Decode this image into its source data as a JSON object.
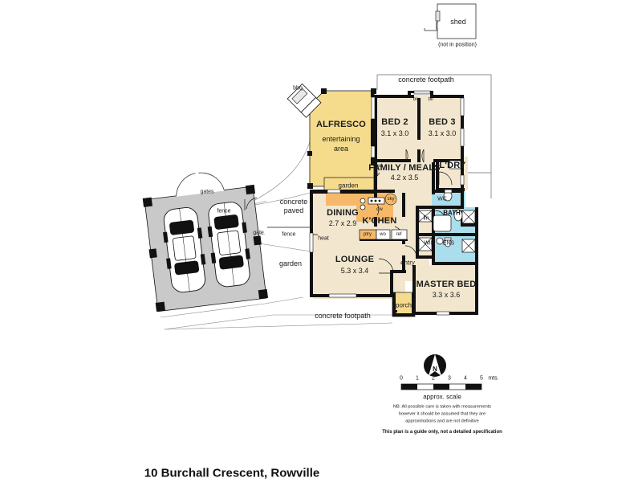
{
  "document": {
    "title": "10 Burchall Crescent, Rowville",
    "type": "real-estate-floor-plan"
  },
  "shed": {
    "label": "shed",
    "note": "(not in position)"
  },
  "rooms": [
    {
      "key": "alfresco",
      "name": "ALFRESCO",
      "sub1": "entertaining",
      "sub2": "area",
      "dim": ""
    },
    {
      "key": "bed2",
      "name": "BED 2",
      "dim": "3.1 x 3.0"
    },
    {
      "key": "bed3",
      "name": "BED 3",
      "dim": "3.1 x 3.0"
    },
    {
      "key": "family",
      "name": "FAMILY / MEALS",
      "dim": "4.2 x 3.5"
    },
    {
      "key": "laundry",
      "name": "L'DRY",
      "dim": ""
    },
    {
      "key": "dining",
      "name": "DINING",
      "dim": "2.7 x 2.9"
    },
    {
      "key": "kitchen",
      "name": "K'CHEN",
      "dim": ""
    },
    {
      "key": "lounge",
      "name": "LOUNGE",
      "dim": "5.3 x 3.4"
    },
    {
      "key": "bath",
      "name": "BATH",
      "dim": ""
    },
    {
      "key": "wc",
      "name": "WC",
      "dim": ""
    },
    {
      "key": "wir",
      "name": "WIR",
      "dim": ""
    },
    {
      "key": "ens",
      "name": "ENS",
      "dim": ""
    },
    {
      "key": "master",
      "name": "MASTER BED",
      "dim": "3.3 x 3.6"
    },
    {
      "key": "porch",
      "name": "porch",
      "dim": ""
    }
  ],
  "fixtures": {
    "bir_left": "bir",
    "bir_right": "bir",
    "sd": "sd",
    "sky": "sky",
    "dw": "dw",
    "ptry": "ptry",
    "wo": "wo",
    "ref": "ref",
    "lin": "lin",
    "heat": "heat",
    "bbq": "bbq",
    "entry": "entry"
  },
  "exterior": {
    "footpath_top": "concrete footpath",
    "footpath_bottom": "concrete footpath",
    "garden_top": "garden",
    "garden_left": "garden",
    "concrete_paved_1": "concrete",
    "concrete_paved_2": "paved",
    "gates": "gates",
    "gate": "gate",
    "fence_top": "fence",
    "fence_mid": "fence"
  },
  "compass": {
    "letter": "N"
  },
  "scale": {
    "ticks": [
      "0",
      "1",
      "2",
      "3",
      "4",
      "5"
    ],
    "unit": "mts.",
    "caption": "approx. scale"
  },
  "disclaimer": {
    "line1": "NB:  All possible care is taken with measurements",
    "line2": "however it should be assumed that they are",
    "line3": "approximations and are not definitive",
    "line4": "This plan is a guide only, not a detailed specification"
  },
  "colors": {
    "wall": "#111111",
    "room_fill": "#f2e7ce",
    "alfresco_fill": "#f5dc8d",
    "porch_fill": "#f5dc8d",
    "kitchen_fill": "#f6b96a",
    "wet_fill": "#aadeec",
    "garage_fill": "#c9c9c9",
    "background": "#ffffff"
  }
}
